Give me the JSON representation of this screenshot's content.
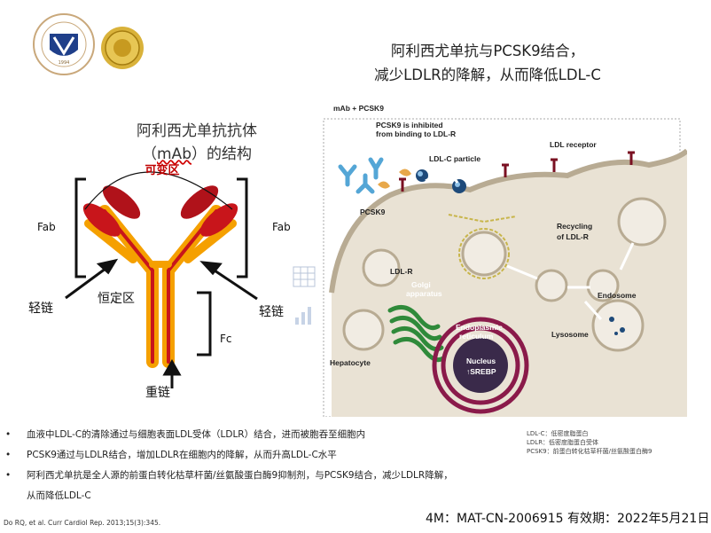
{
  "header": {
    "title_right_line1": "阿利西尤单抗与PCSK9结合，",
    "title_right_line2": "减少LDLR的降解，从而降低LDL-C",
    "title_left_line1": "阿利西尤单抗抗体",
    "title_left_line2": "（mAb）的结构"
  },
  "logo": {
    "seal_text": "ZUM · 浙 · 逸夫医院 · 1994 · LLC"
  },
  "antibody": {
    "variable_region": "可变区",
    "fab_left": "Fab",
    "fab_right": "Fab",
    "constant_region": "恒定区",
    "light_chain_left": "轻链",
    "light_chain_right": "轻链",
    "fc": "Fc",
    "heavy_chain": "重链"
  },
  "diagram": {
    "mab_pcsk9": "mAb + PCSK9",
    "pcsk9_inhibited_1": "PCSK9 is inhibited",
    "pcsk9_inhibited_2": "from binding to LDL-R",
    "ldlc_particle": "LDL-C particle",
    "ldl_receptor": "LDL receptor",
    "pcsk9": "PCSK9",
    "recycling_1": "Recycling",
    "recycling_2": "of LDL-R",
    "ldlr": "LDL-R",
    "golgi_1": "Golgi",
    "golgi_2": "apparatus",
    "endosome": "Endosome",
    "er_1": "Endoplasmic",
    "er_2": "reticulum",
    "lysosome": "Lysosome",
    "nucleus": "Nucleus",
    "srebp": "↑SREBP",
    "hepatocyte": "Hepatocyte"
  },
  "bullets": [
    "血液中LDL-C的清除通过与细胞表面LDL受体（LDLR）结合，进而被胞吞至细胞内",
    "PCSK9通过与LDLR结合，增加LDLR在细胞内的降解，从而升高LDL-C水平",
    "阿利西尤单抗是全人源的前蛋白转化枯草杆菌/丝氨酸蛋白酶9抑制剂，与PCSK9结合，减少LDLR降解，",
    "从而降低LDL-C"
  ],
  "bullet_glyph": "•",
  "abbreviations": [
    "LDL-C：低密度脂蛋白",
    "LDLR：低密度脂蛋白受体",
    "PCSK9：前蛋白转化枯草杆菌/丝氨酸蛋白酶9"
  ],
  "reference": "Do RQ, et al. Curr Cardiol Rep. 2013;15(3):345.",
  "approval_code": "4M：MAT-CN-2006915  有效期：2022年5月21日",
  "colors": {
    "antibody_red": "#c8151b",
    "antibody_orange": "#f5a000",
    "cell": "#e9e2d4",
    "golgi": "#2f8a3a"
  }
}
